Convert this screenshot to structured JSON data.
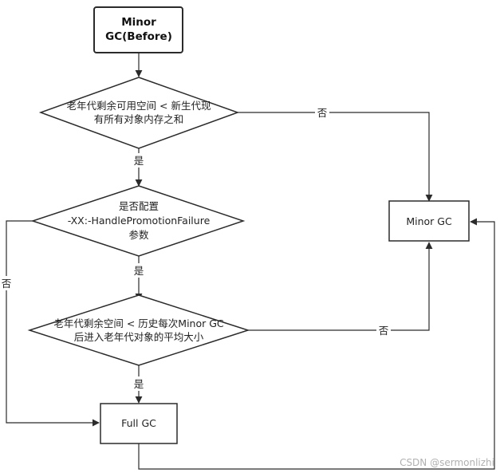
{
  "nodes": {
    "start": {
      "line1": "Minor",
      "line2": "GC(Before)"
    },
    "decision1": {
      "line1": "老年代剩余可用空间 < 新生代现",
      "line2": "有所有对象内存之和"
    },
    "decision2": {
      "line1": "是否配置",
      "line2": "-XX:-HandlePromotionFailure",
      "line3": "参数"
    },
    "decision3": {
      "line1": "老年代剩余空间 < 历史每次Minor GC",
      "line2": "后进入老年代对象的平均大小"
    },
    "minor_gc": {
      "label": "Minor GC"
    },
    "full_gc": {
      "label": "Full GC"
    }
  },
  "edges": {
    "d1_yes": "是",
    "d1_no": "否",
    "d2_yes": "是",
    "d2_no": "否",
    "d3_yes": "是",
    "d3_no": "否"
  },
  "watermark": "CSDN @sermonlizhi",
  "colors": {
    "stroke": "#2b2b2b",
    "background": "#ffffff"
  }
}
